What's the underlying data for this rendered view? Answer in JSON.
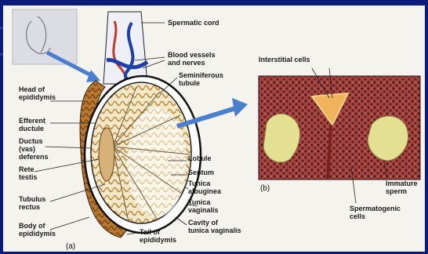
{
  "panel_a": {
    "marker": "(a)",
    "labels": {
      "spermatic_cord": "Spermatic cord",
      "blood_vessels": "Blood vessels\nand nerves",
      "seminiferous": "Seminiferous\ntubule",
      "head": "Head of\nepididymis",
      "efferent": "Efferent\nductule",
      "ductus": "Ductus\n(vas)\ndeferens",
      "rete": "Rete\ntestis",
      "tubulus": "Tubulus\nrectus",
      "body": "Body of\nepididymis",
      "lobule": "Lobule",
      "septum": "Septum",
      "albuginea": "Tunica\nalbuginea",
      "vaginalis": "Tunica\nvaginalis",
      "cavity": "Cavity of\ntunica vaginalis",
      "tail": "Tail of\nepididymis"
    }
  },
  "panel_b": {
    "marker": "(b)",
    "labels": {
      "interstitial": "Interstitial cells",
      "immature": "Immature\nsperm",
      "spermatogenic": "Spermatogenic\ncells"
    }
  },
  "colors": {
    "background": "#0b1b7a",
    "slide": "#f4f3ee",
    "epididymis": "#b7772e",
    "tissue": "#9b3a36",
    "lumen": "#e8e38a",
    "arrow": "#4a7fd0"
  }
}
